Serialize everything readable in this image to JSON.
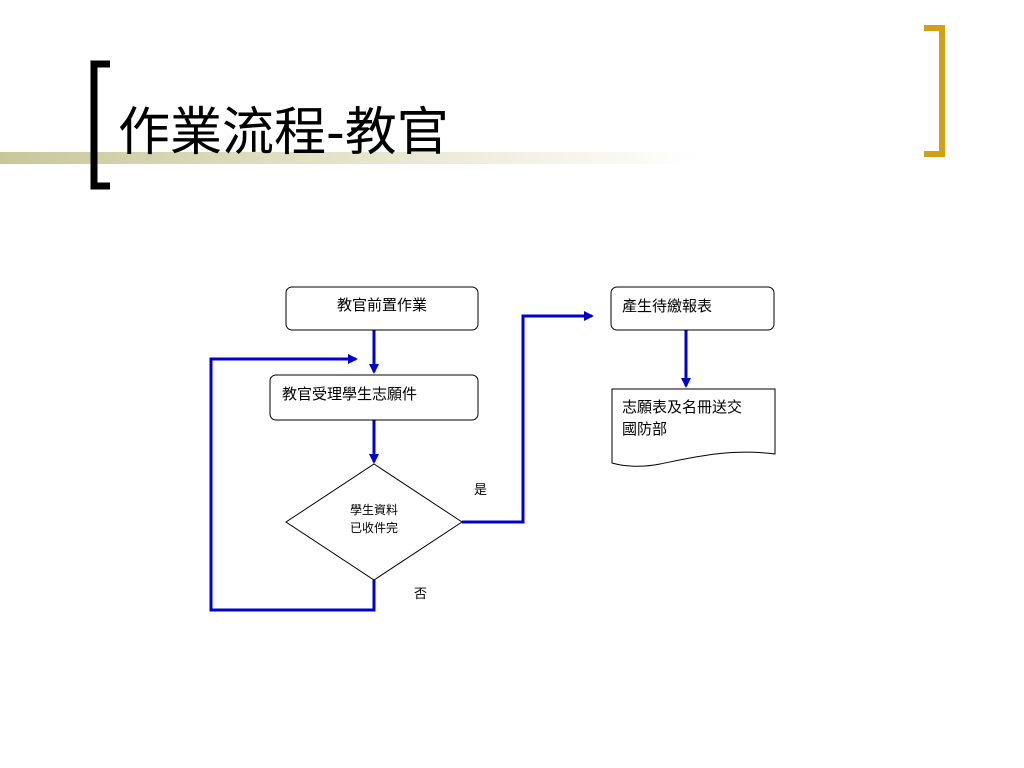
{
  "slide": {
    "title": "作業流程-教官"
  },
  "colors": {
    "accent_gold": "#d4a017",
    "bracket_black": "#000000",
    "arrow_blue": "#0000cc"
  },
  "flowchart": {
    "nodes": {
      "start": "教官前置作業",
      "receive": "教官受理學生志願件",
      "decision_line1": "學生資料",
      "decision_line2": "已收件完",
      "generate": "產生待繳報表",
      "doc_line1": "志願表及名冊送交",
      "doc_line2": "國防部"
    },
    "labels": {
      "yes": "是",
      "no": "否"
    }
  }
}
